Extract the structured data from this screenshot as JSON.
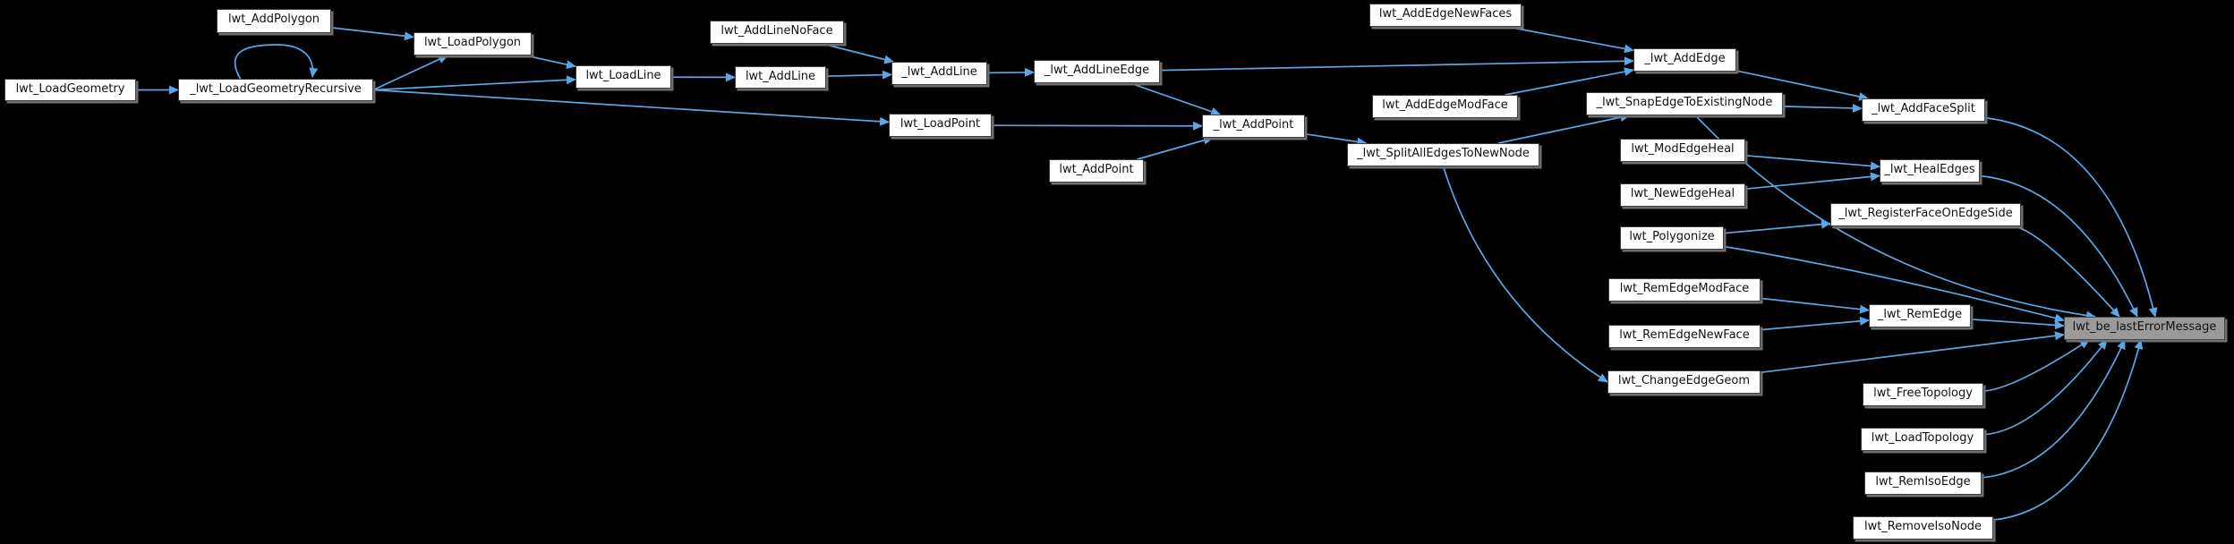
{
  "diagram": {
    "type": "call-graph",
    "highlighted_node": "lwt_be_lastErrorMessage",
    "colors": {
      "background": "#000000",
      "edge": "#5aa7e8",
      "node_fill": "#ffffff",
      "node_border": "#3c3c3c",
      "node_text": "#111111",
      "highlight_fill": "#9a9a9a",
      "highlight_border": "#474747",
      "shadow": "#6f6f6f"
    }
  },
  "nodes": [
    {
      "id": "lwt_AddPolygon",
      "label": "lwt_AddPolygon"
    },
    {
      "id": "lwt_LoadPolygon",
      "label": "lwt_LoadPolygon"
    },
    {
      "id": "lwt_LoadGeometry",
      "label": "lwt_LoadGeometry"
    },
    {
      "id": "_lwt_LoadGeometryRecursive",
      "label": "_lwt_LoadGeometryRecursive"
    },
    {
      "id": "lwt_AddLineNoFace",
      "label": "lwt_AddLineNoFace"
    },
    {
      "id": "lwt_LoadLine",
      "label": "lwt_LoadLine"
    },
    {
      "id": "lwt_AddLine",
      "label": "lwt_AddLine"
    },
    {
      "id": "_lwt_AddLine",
      "label": "_lwt_AddLine"
    },
    {
      "id": "_lwt_AddLineEdge",
      "label": "_lwt_AddLineEdge"
    },
    {
      "id": "lwt_LoadPoint",
      "label": "lwt_LoadPoint"
    },
    {
      "id": "_lwt_AddPoint",
      "label": "_lwt_AddPoint"
    },
    {
      "id": "lwt_AddPoint",
      "label": "lwt_AddPoint"
    },
    {
      "id": "lwt_AddEdgeNewFaces",
      "label": "lwt_AddEdgeNewFaces"
    },
    {
      "id": "_lwt_AddEdge",
      "label": "_lwt_AddEdge"
    },
    {
      "id": "lwt_AddEdgeModFace",
      "label": "lwt_AddEdgeModFace"
    },
    {
      "id": "_lwt_SnapEdgeToExistingNode",
      "label": "_lwt_SnapEdgeToExistingNode"
    },
    {
      "id": "_lwt_AddFaceSplit",
      "label": "_lwt_AddFaceSplit"
    },
    {
      "id": "_lwt_SplitAllEdgesToNewNode",
      "label": "_lwt_SplitAllEdgesToNewNode"
    },
    {
      "id": "lwt_ModEdgeHeal",
      "label": "lwt_ModEdgeHeal"
    },
    {
      "id": "lwt_NewEdgeHeal",
      "label": "lwt_NewEdgeHeal"
    },
    {
      "id": "_lwt_HealEdges",
      "label": "_lwt_HealEdges"
    },
    {
      "id": "_lwt_RegisterFaceOnEdgeSide",
      "label": "_lwt_RegisterFaceOnEdgeSide"
    },
    {
      "id": "lwt_Polygonize",
      "label": "lwt_Polygonize"
    },
    {
      "id": "lwt_RemEdgeModFace",
      "label": "lwt_RemEdgeModFace"
    },
    {
      "id": "lwt_RemEdgeNewFace",
      "label": "lwt_RemEdgeNewFace"
    },
    {
      "id": "_lwt_RemEdge",
      "label": "_lwt_RemEdge"
    },
    {
      "id": "lwt_ChangeEdgeGeom",
      "label": "lwt_ChangeEdgeGeom"
    },
    {
      "id": "lwt_be_lastErrorMessage",
      "label": "lwt_be_lastErrorMessage",
      "highlight": true
    },
    {
      "id": "lwt_FreeTopology",
      "label": "lwt_FreeTopology"
    },
    {
      "id": "lwt_LoadTopology",
      "label": "lwt_LoadTopology"
    },
    {
      "id": "lwt_RemIsoEdge",
      "label": "lwt_RemIsoEdge"
    },
    {
      "id": "lwt_RemoveIsoNode",
      "label": "lwt_RemoveIsoNode"
    }
  ],
  "edges": [
    {
      "from": "lwt_AddPolygon",
      "to": "lwt_LoadPolygon"
    },
    {
      "from": "lwt_LoadGeometry",
      "to": "_lwt_LoadGeometryRecursive"
    },
    {
      "from": "_lwt_LoadGeometryRecursive",
      "to": "_lwt_LoadGeometryRecursive",
      "self": true
    },
    {
      "from": "_lwt_LoadGeometryRecursive",
      "to": "lwt_LoadPolygon",
      "fromSide": "right"
    },
    {
      "from": "_lwt_LoadGeometryRecursive",
      "to": "lwt_LoadLine",
      "fromSide": "right"
    },
    {
      "from": "_lwt_LoadGeometryRecursive",
      "to": "lwt_LoadPoint",
      "fromSide": "right"
    },
    {
      "from": "lwt_LoadPolygon",
      "to": "lwt_LoadLine"
    },
    {
      "from": "lwt_AddLineNoFace",
      "to": "_lwt_AddLine"
    },
    {
      "from": "lwt_LoadLine",
      "to": "lwt_AddLine"
    },
    {
      "from": "lwt_AddLine",
      "to": "_lwt_AddLine"
    },
    {
      "from": "_lwt_AddLine",
      "to": "_lwt_AddLineEdge"
    },
    {
      "from": "_lwt_AddLineEdge",
      "to": "_lwt_AddEdge"
    },
    {
      "from": "_lwt_AddLineEdge",
      "to": "_lwt_AddPoint"
    },
    {
      "from": "lwt_LoadPoint",
      "to": "_lwt_AddPoint"
    },
    {
      "from": "lwt_AddPoint",
      "to": "_lwt_AddPoint"
    },
    {
      "from": "_lwt_AddPoint",
      "to": "_lwt_SplitAllEdgesToNewNode"
    },
    {
      "from": "lwt_AddEdgeNewFaces",
      "to": "_lwt_AddEdge"
    },
    {
      "from": "lwt_AddEdgeModFace",
      "to": "_lwt_AddEdge"
    },
    {
      "from": "_lwt_SplitAllEdgesToNewNode",
      "to": "_lwt_SnapEdgeToExistingNode"
    },
    {
      "from": "_lwt_SplitAllEdgesToNewNode",
      "to": "lwt_ChangeEdgeGeom",
      "fromSide": "bottom",
      "toSide": "left",
      "bend": 55
    },
    {
      "from": "_lwt_AddEdge",
      "to": "_lwt_AddFaceSplit"
    },
    {
      "from": "_lwt_SnapEdgeToExistingNode",
      "to": "_lwt_AddFaceSplit"
    },
    {
      "from": "_lwt_SnapEdgeToExistingNode",
      "to": "lwt_be_lastErrorMessage",
      "toSide": "top",
      "toOff": -55,
      "bend": 90
    },
    {
      "from": "lwt_ModEdgeHeal",
      "to": "_lwt_HealEdges"
    },
    {
      "from": "lwt_NewEdgeHeal",
      "to": "_lwt_HealEdges"
    },
    {
      "from": "lwt_Polygonize",
      "to": "_lwt_RegisterFaceOnEdgeSide"
    },
    {
      "from": "lwt_Polygonize",
      "to": "lwt_be_lastErrorMessage",
      "toSide": "left",
      "toOff": -9,
      "bend": -10
    },
    {
      "from": "lwt_RemEdgeModFace",
      "to": "_lwt_RemEdge"
    },
    {
      "from": "lwt_RemEdgeNewFace",
      "to": "_lwt_RemEdge"
    },
    {
      "from": "_lwt_RemEdge",
      "to": "lwt_be_lastErrorMessage",
      "toSide": "left",
      "toOff": -3
    },
    {
      "from": "lwt_ChangeEdgeGeom",
      "to": "lwt_be_lastErrorMessage",
      "toSide": "left",
      "toOff": 7
    },
    {
      "from": "_lwt_AddFaceSplit",
      "to": "lwt_be_lastErrorMessage",
      "toSide": "top",
      "toOff": 12,
      "bend": -120
    },
    {
      "from": "_lwt_HealEdges",
      "to": "lwt_be_lastErrorMessage",
      "toSide": "top",
      "toOff": -8,
      "bend": -80
    },
    {
      "from": "_lwt_RegisterFaceOnEdgeSide",
      "to": "lwt_be_lastErrorMessage",
      "toSide": "top",
      "toOff": -28,
      "bend": -45
    },
    {
      "from": "lwt_FreeTopology",
      "to": "lwt_be_lastErrorMessage",
      "toSide": "bottom",
      "toOff": -62,
      "bend": 26
    },
    {
      "from": "lwt_LoadTopology",
      "to": "lwt_be_lastErrorMessage",
      "toSide": "bottom",
      "toOff": -42,
      "bend": 52
    },
    {
      "from": "lwt_RemIsoEdge",
      "to": "lwt_be_lastErrorMessage",
      "toSide": "bottom",
      "toOff": -22,
      "bend": 80
    },
    {
      "from": "lwt_RemoveIsoNode",
      "to": "lwt_be_lastErrorMessage",
      "toSide": "bottom",
      "toOff": -4,
      "bend": 110
    }
  ]
}
